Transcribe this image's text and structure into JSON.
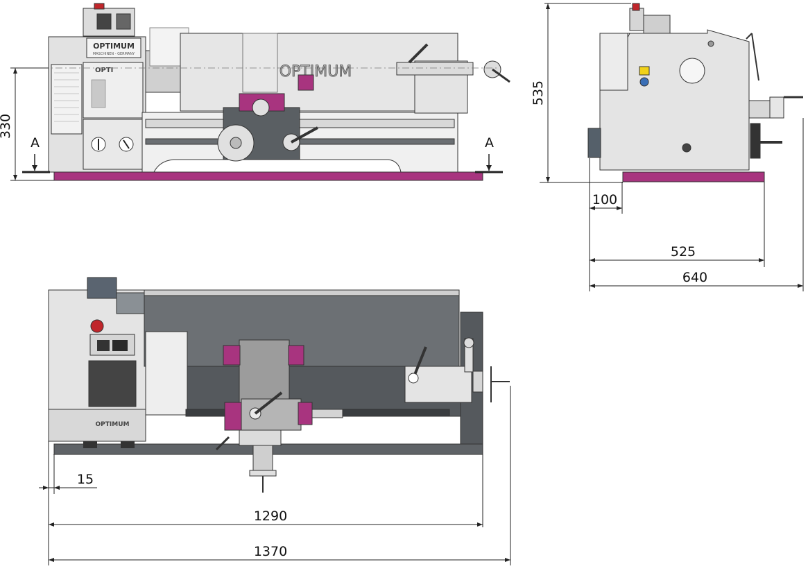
{
  "dimensions": {
    "front_height": "330",
    "side_height": "535",
    "side_offset": "100",
    "side_base_width": "525",
    "side_total_width": "640",
    "top_offset": "15",
    "top_base_length": "1290",
    "top_total_length": "1370"
  },
  "section_marks": {
    "left": "A",
    "right": "A"
  },
  "branding": {
    "logo_front": "OPTIMUM",
    "logo_front_sub": "MASCHINEN - GERMANY",
    "logo_panel": "OPTI",
    "logo_bed": "OPTIMUM",
    "logo_top": "OPTIMUM"
  },
  "colors": {
    "accent_magenta": "#a8347f",
    "body_gray": "#dcdcdc",
    "dark_gray": "#5a5f63",
    "outline": "#333333"
  }
}
